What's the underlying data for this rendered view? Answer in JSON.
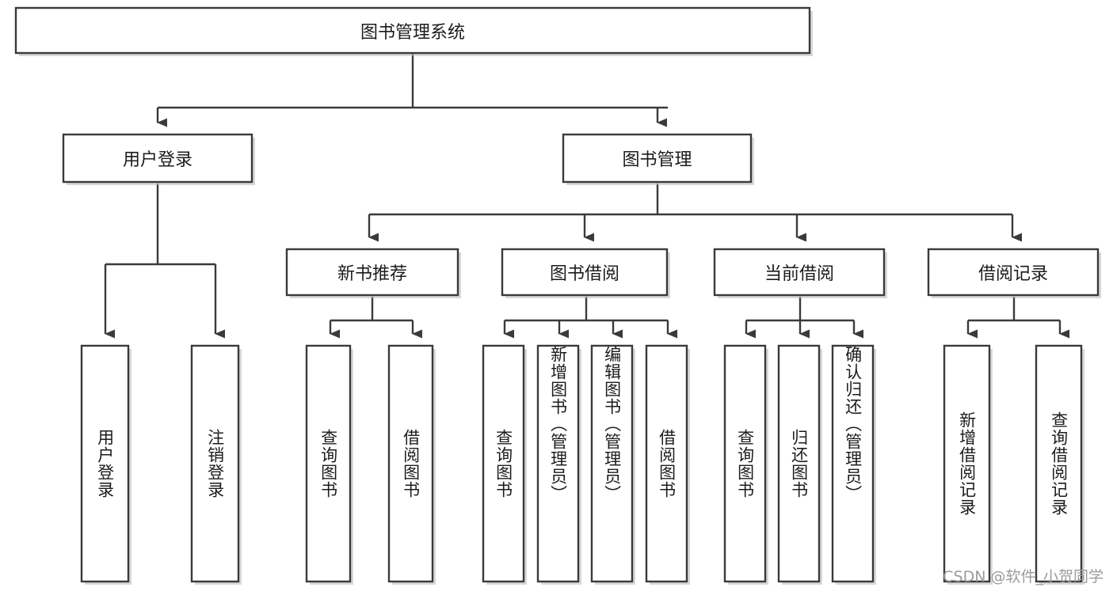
{
  "diagram": {
    "type": "tree",
    "title": "图书管理系统",
    "orientation": "top-down",
    "background_color": "#ffffff",
    "box_stroke_color": "#3a3a3a",
    "box_fill_color": "#ffffff",
    "edge_color": "#3a3a3a",
    "text_color": "#1c1c1c"
  },
  "root": {
    "label": "图书管理系统"
  },
  "level2": [
    {
      "label": "用户登录"
    },
    {
      "label": "图书管理"
    }
  ],
  "level3": [
    {
      "label": "新书推荐"
    },
    {
      "label": "图书借阅"
    },
    {
      "label": "当前借阅"
    },
    {
      "label": "借阅记录"
    }
  ],
  "leaves": {
    "user_login": [
      {
        "label": "用户登录"
      },
      {
        "label": "注销登录"
      }
    ],
    "new_book_recommend": [
      {
        "label": "查询图书"
      },
      {
        "label": "借阅图书"
      }
    ],
    "book_borrow": [
      {
        "label": "查询图书"
      },
      {
        "label": "新增图书（管理员）"
      },
      {
        "label": "编辑图书（管理员）"
      },
      {
        "label": "借阅图书"
      }
    ],
    "current_borrow": [
      {
        "label": "查询图书"
      },
      {
        "label": "归还图书"
      },
      {
        "label": "确认归还（管理员）"
      }
    ],
    "borrow_record": [
      {
        "label": "新增借阅记录"
      },
      {
        "label": "查询借阅记录"
      }
    ]
  },
  "watermark": {
    "text": "CSDN @软件_小贺同学"
  }
}
